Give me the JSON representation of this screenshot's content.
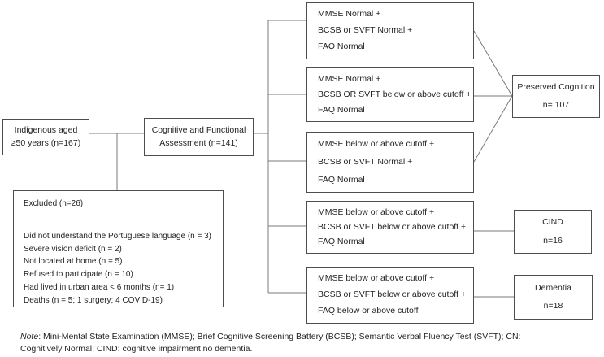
{
  "colors": {
    "border": "#4d4d4d",
    "line": "#7a7a7a",
    "text": "#1f1f1f",
    "background": "#ffffff"
  },
  "population": {
    "line1": "Indigenous aged",
    "line2": "≥50 years (n=167)"
  },
  "assessment": {
    "line1": "Cognitive and Functional",
    "line2": "Assessment (n=141)"
  },
  "excluded": {
    "title": "Excluded (n=26)",
    "items": [
      "Did not understand the Portuguese language (n = 3)",
      "Severe vision deficit (n = 2)",
      "Not located at home (n = 5)",
      "Refused to participate (n = 10)",
      "Had lived in urban area < 6 months (n= 1)",
      "Deaths (n = 5; 1 surgery; 4 COVID-19)"
    ]
  },
  "criteria": [
    {
      "line1": "MMSE Normal +",
      "line2": "BCSB or SVFT Normal +",
      "line3": "FAQ Normal"
    },
    {
      "line1": "MMSE Normal +",
      "line2": "BCSB OR SVFT below or above cutoff +",
      "line3": "FAQ Normal"
    },
    {
      "line1": "MMSE below or above cutoff +",
      "line2": "BCSB or SVFT Normal +",
      "line3": "FAQ Normal"
    },
    {
      "line1": "MMSE below or above cutoff +",
      "line2": "BCSB or SVFT below or above cutoff +",
      "line3": "FAQ Normal"
    },
    {
      "line1": "MMSE below or above cutoff +",
      "line2": "BCSB or SVFT below or above cutoff +",
      "line3": "FAQ below or above cutoff"
    }
  ],
  "outcomes": {
    "preserved": {
      "label": "Preserved Cognition",
      "n": "n= 107"
    },
    "cind": {
      "label": "CIND",
      "n": "n=16"
    },
    "dementia": {
      "label": "Dementia",
      "n": "n=18"
    }
  },
  "note": {
    "prefix": "Note",
    "body": ": Mini-Mental State Examination (MMSE); Brief Cognitive Screening Battery (BCSB); Semantic Verbal Fluency Test (SVFT); CN: Cognitively Normal; CIND: cognitive impairment no dementia."
  }
}
